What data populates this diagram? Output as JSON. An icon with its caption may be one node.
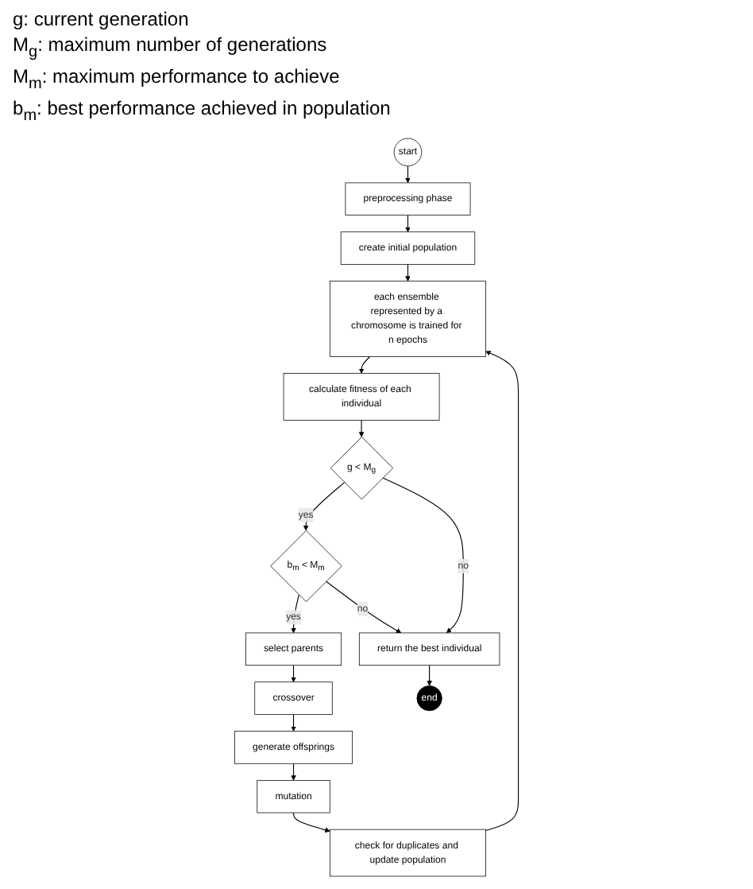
{
  "diagram": {
    "nodes": [
      {
        "text": [
          "start"
        ]
      },
      {
        "text": [
          "preprocessing phase"
        ]
      },
      {
        "text": [
          "create initial population"
        ]
      },
      {
        "text": [
          "each ensemble represented by a chromosome is trained for n epochs"
        ]
      },
      {
        "text": [
          "calculate fitness of each individual"
        ]
      },
      {
        "text": [
          "g < M$_{g}$"
        ]
      },
      {
        "text": [
          "b$_{m}$ < M$_{m}$"
        ]
      },
      {
        "text": [
          "select parents"
        ]
      },
      {
        "text": [
          "crossover"
        ]
      },
      {
        "text": [
          "generate offsprings"
        ]
      },
      {
        "text": [
          "mutation"
        ]
      },
      {
        "text": [
          "check for duplicates and update population"
        ]
      },
      {
        "text": [
          "return the best individual"
        ]
      },
      {
        "text": [
          "end"
        ]
      }
    ],
    "edges": [
      {
        "from": 0,
        "to": 1,
        "arrow": "to"
      },
      {
        "from": 1,
        "to": 2,
        "arrow": "to"
      },
      {
        "from": 2,
        "to": 3,
        "arrow": "to"
      },
      {
        "from": 3,
        "to": 4,
        "arrow": "to"
      },
      {
        "from": 4,
        "to": 5,
        "arrow": "to"
      },
      {
        "from": 5,
        "to": 6,
        "arrow": "to",
        "label": "yes"
      },
      {
        "from": 5,
        "to": 12,
        "arrow": "to",
        "label": "no"
      },
      {
        "from": 6,
        "to": 7,
        "arrow": "to",
        "label": "yes"
      },
      {
        "from": 6,
        "to": 12,
        "arrow": "to",
        "label": "no"
      },
      {
        "from": 7,
        "to": 8,
        "arrow": "to"
      },
      {
        "from": 8,
        "to": 9,
        "arrow": "to"
      },
      {
        "from": 9,
        "to": 10,
        "arrow": "to"
      },
      {
        "from": 10,
        "to": 11,
        "arrow": "to"
      },
      {
        "from": 11,
        "to": 3,
        "arrow": "to"
      },
      {
        "from": 12,
        "to": 13,
        "arrow": "to"
      }
    ],
    "labels": [
      "g: current generation",
      "M$_{g}$: maximum number of generations",
      "M$_{m}$: maximum performance to achieve",
      "b$_{m}$: best performance achieved in population"
    ]
  }
}
